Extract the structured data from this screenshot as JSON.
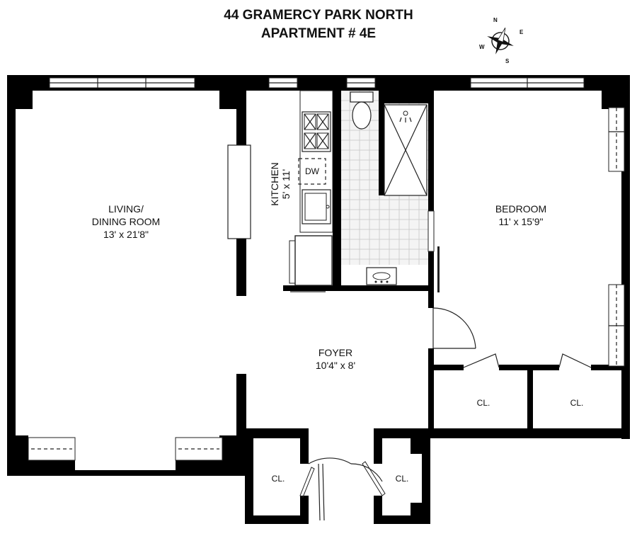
{
  "header": {
    "line1": "44 GRAMERCY PARK NORTH",
    "line2": "APARTMENT # 4E"
  },
  "compass": {
    "n": "N",
    "e": "E",
    "s": "S",
    "w": "W"
  },
  "rooms": {
    "living": {
      "line1": "LIVING/",
      "line2": "DINING ROOM",
      "size": "13' x 21'8\""
    },
    "kitchen": {
      "name": "KITCHEN",
      "size": "5' x 11'",
      "appliance": "DW"
    },
    "bedroom": {
      "name": "BEDROOM",
      "size": "11' x 15'9\""
    },
    "foyer": {
      "name": "FOYER",
      "size": "10'4\" x 8'"
    },
    "closets": [
      "CL.",
      "CL.",
      "CL.",
      "CL."
    ]
  }
}
